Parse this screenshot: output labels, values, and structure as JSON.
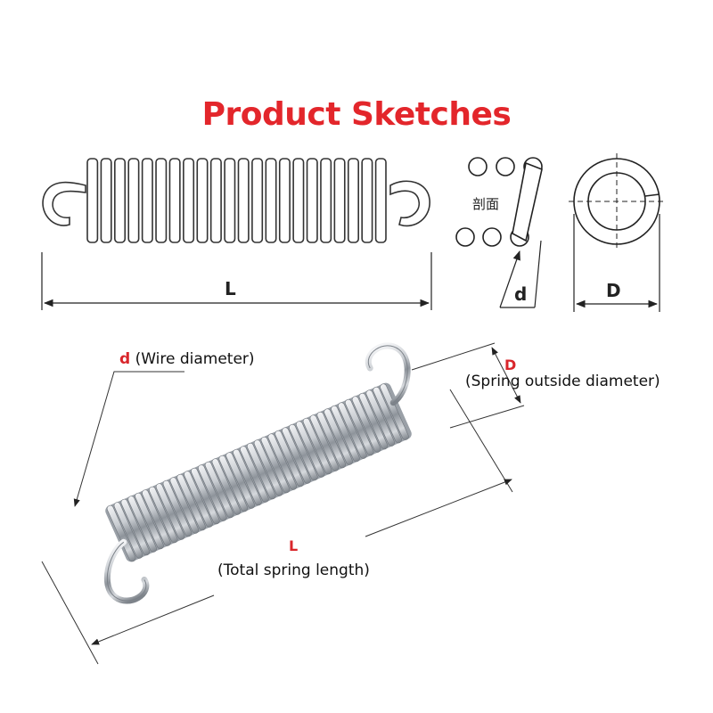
{
  "title": "Product Sketches",
  "sketch": {
    "length_label": "L",
    "wire_label": "d",
    "outside_label": "D",
    "section_label": "剖面"
  },
  "photo": {
    "wire_symbol": "d",
    "wire_text": "(Wire diameter)",
    "outside_symbol": "D",
    "outside_text": "(Spring outside diameter)",
    "length_symbol": "L",
    "length_text": "(Total spring length)"
  },
  "colors": {
    "title": "#e3262b",
    "symbol": "#d9262b",
    "line": "#222222",
    "spring_metal": "#b8bcc2"
  }
}
